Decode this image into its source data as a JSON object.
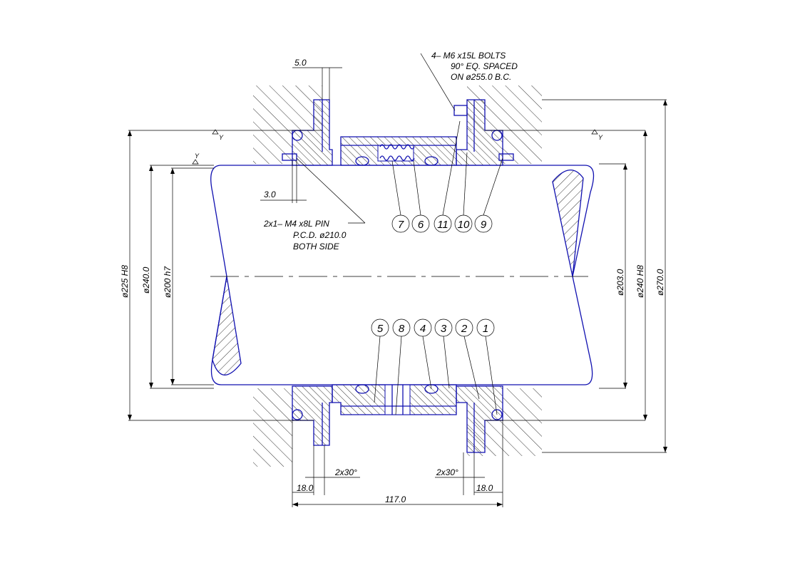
{
  "notes": {
    "bolts_line1": "4– M6 x15L BOLTS",
    "bolts_line2": "90° EQ. SPACED",
    "bolts_line3": "ON ø255.0 B.C.",
    "pin_line1": "2x1– M4 x8L PIN",
    "pin_line2": "P.C.D. ø210.0",
    "pin_line3": "BOTH SIDE"
  },
  "dimensions": {
    "top_gap": "5.0",
    "pin_offset": "3.0",
    "d_225": "ø225 H8",
    "d_240": "ø240.0",
    "d_200": "ø200 h7",
    "d_203": "ø203.0",
    "d_240h8": "ø240 H8",
    "d_270": "ø270.0",
    "chamfer_left": "2x30°",
    "chamfer_right": "2x30°",
    "width_left": "18.0",
    "width_right": "18.0",
    "overall": "117.0"
  },
  "surface_marks": {
    "left": "Y",
    "right": "Y",
    "shaft": "Y"
  },
  "balloons_top": [
    "7",
    "6",
    "11",
    "10",
    "9"
  ],
  "balloons_bottom": [
    "5",
    "8",
    "4",
    "3",
    "2",
    "1"
  ],
  "colors": {
    "outline": "#1010b0",
    "dimension": "#000000"
  }
}
